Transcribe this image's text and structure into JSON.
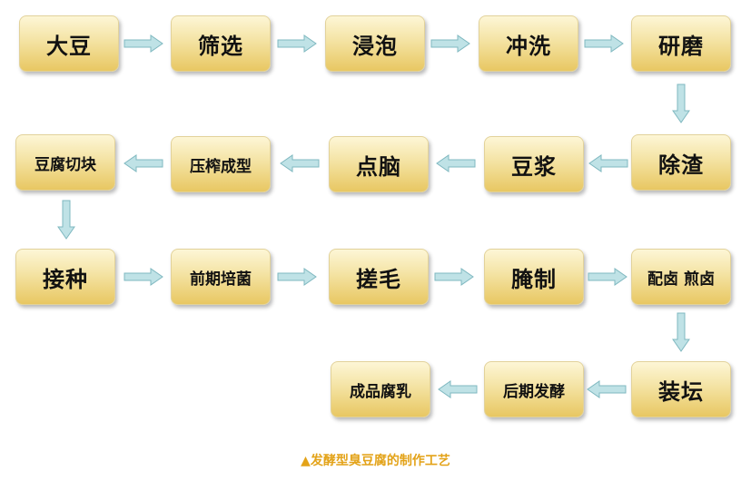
{
  "steps": [
    "大豆",
    "筛选",
    "浸泡",
    "冲洗",
    "研磨",
    "除渣",
    "豆浆",
    "点脑",
    "压榨成型",
    "豆腐切块",
    "接种",
    "前期培菌",
    "搓毛",
    "腌制",
    "配卤 煎卤",
    "装坛",
    "后期发酵",
    "成品腐乳"
  ],
  "caption": "▲发酵型臭豆腐的制作工艺",
  "colors": {
    "box_top": "#fdf6d6",
    "box_bottom": "#e8c762",
    "arrow_fill": "#bfe2e6",
    "arrow_stroke": "#7fb8c0",
    "caption": "#e3a319"
  }
}
